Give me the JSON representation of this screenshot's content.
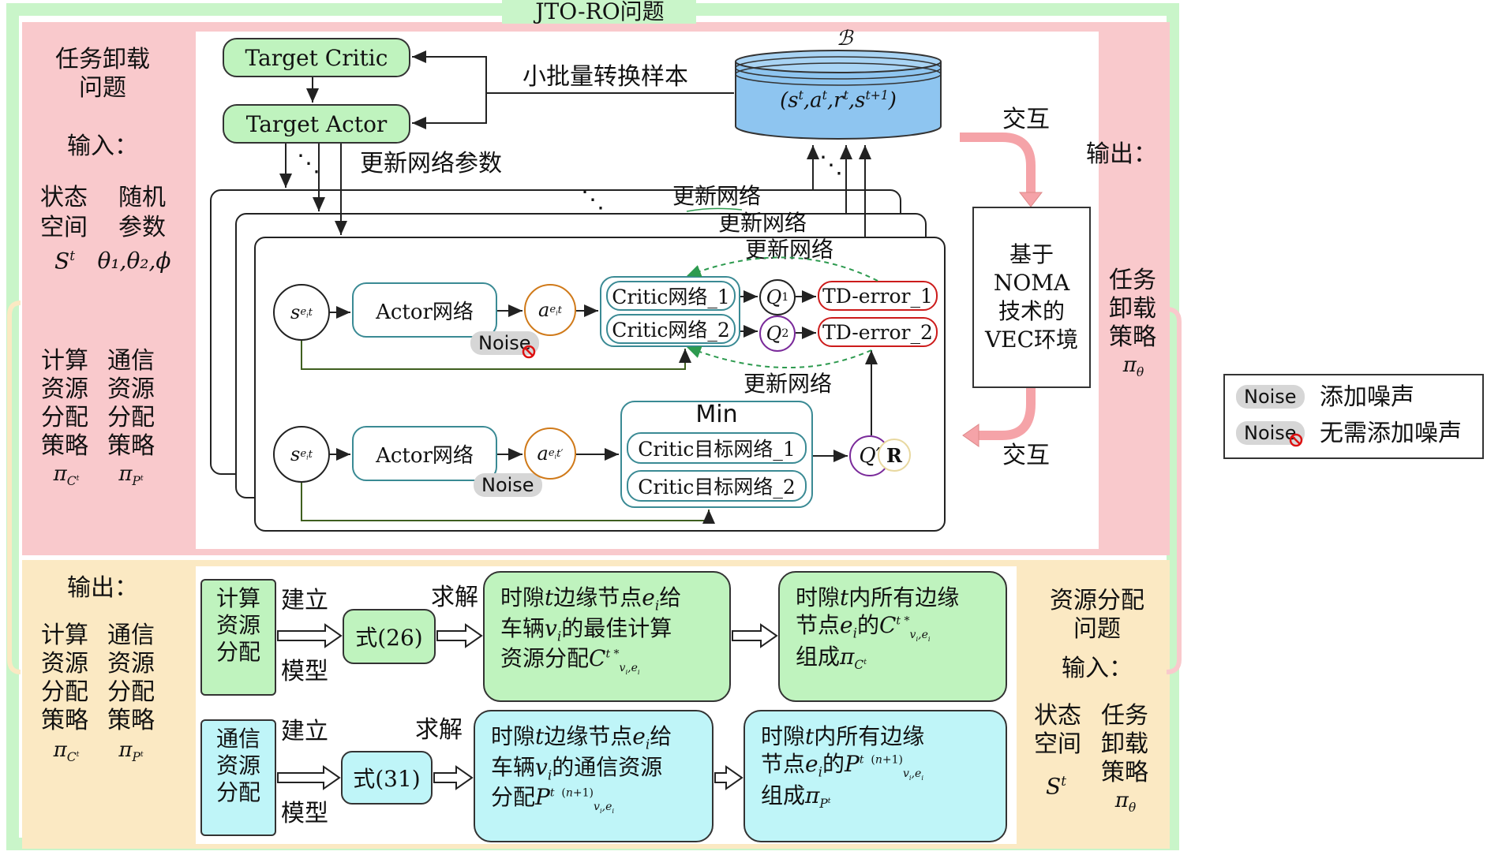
{
  "frame": {
    "title": "JTO-RO问题"
  },
  "left_top": {
    "problem": [
      "任务卸载",
      "问题"
    ],
    "input_label": "输入：",
    "state": [
      "状态",
      "空间"
    ],
    "random": [
      "随机",
      "参数"
    ],
    "state_sym": "S",
    "state_sup": "t",
    "params_sym": "θ₁,θ₂,ϕ",
    "compute_policy": [
      "计算",
      "资源",
      "分配",
      "策略"
    ],
    "comm_policy": [
      "通信",
      "资源",
      "分配",
      "策略"
    ],
    "pi_c": "π",
    "pi_c_sub": "C",
    "pi_p": "π",
    "pi_p_sub": "P",
    "pi_sup": "t"
  },
  "top": {
    "target_critic": "Target Critic",
    "target_actor": "Target Actor",
    "minibatch": "小批量转换样本",
    "buffer_symbol": "ℬ",
    "buffer_tuple": "(s,a,r,s)",
    "update_params": "更新网络参数",
    "update_net_1": "更新网络",
    "update_net_2": "更新网络",
    "update_net_3": "更新网络",
    "update_net_4": "更新网络",
    "dots": "⋱",
    "s_sym": "s",
    "a_sym": "a",
    "actor_1": "Actor网络",
    "actor_2": "Actor网络",
    "noise_1": "Noise",
    "noise_2": "Noise",
    "critic_1": "Critic网络_1",
    "critic_2": "Critic网络_2",
    "q1": "Q",
    "q2": "Q",
    "q1_sub": "1",
    "q2_sub": "2",
    "td1": "TD-error_1",
    "td2": "TD-error_2",
    "min": "Min",
    "critic_t1": "Critic目标网络_1",
    "critic_t2": "Critic目标网络_2",
    "q_prime": "Q′",
    "r": "R"
  },
  "right_top": {
    "interact_1": "交互",
    "interact_2": "交互",
    "env": [
      "基于",
      "NOMA",
      "技术的",
      "VEC环境"
    ],
    "output_label": "输出：",
    "policy": [
      "任务",
      "卸载",
      "策略"
    ],
    "pi_theta": "π",
    "theta": "θ"
  },
  "left_bot": {
    "output_label": "输出：",
    "compute_policy": [
      "计算",
      "资源",
      "分配",
      "策略"
    ],
    "comm_policy": [
      "通信",
      "资源",
      "分配",
      "策略"
    ]
  },
  "bottom": {
    "calc_box": [
      "计算",
      "资源",
      "分配"
    ],
    "comm_box": [
      "通信",
      "资源",
      "分配"
    ],
    "build_1": "建立",
    "model_1": "模型",
    "build_2": "建立",
    "model_2": "模型",
    "solve_1": "求解",
    "solve_2": "求解",
    "eq_1": "式(26)",
    "eq_2": "式(31)",
    "node_c1": [
      "时隙t边缘节点e",
      "给",
      "车辆v",
      "的最佳计算",
      "资源分配C"
    ],
    "node_c2": [
      "时隙t内所有边缘",
      "节点e",
      "的C",
      "组成π"
    ],
    "node_p1": [
      "时隙t边缘节点e",
      "给",
      "车辆v",
      "的通信资源",
      "分配P"
    ],
    "node_p2": [
      "时隙t内所有边缘",
      "节点e",
      "的P",
      "组成π"
    ]
  },
  "right_bot": {
    "problem": [
      "资源分配",
      "问题"
    ],
    "input_label": "输入：",
    "state": [
      "状态",
      "空间"
    ],
    "policy": [
      "任务",
      "卸载",
      "策略"
    ]
  },
  "legend": {
    "noise_a": "Noise",
    "noise_b": "Noise",
    "add_noise": "添加噪声",
    "no_noise": "无需添加噪声"
  },
  "colors": {
    "outer_green": "#c9f5c9",
    "pink": "#f9c9cc",
    "yellow": "#fbe9c3",
    "node_green": "#bff3be",
    "node_cyan": "#bff5f8",
    "buffer_blue": "#8ec5f0",
    "actor_outline": "#3a8a94",
    "action_outline": "#d07a1a",
    "td_outline": "#cc1b1b",
    "q2_outline": "#7a2a9a",
    "update_arrow": "#2d9a4f"
  }
}
